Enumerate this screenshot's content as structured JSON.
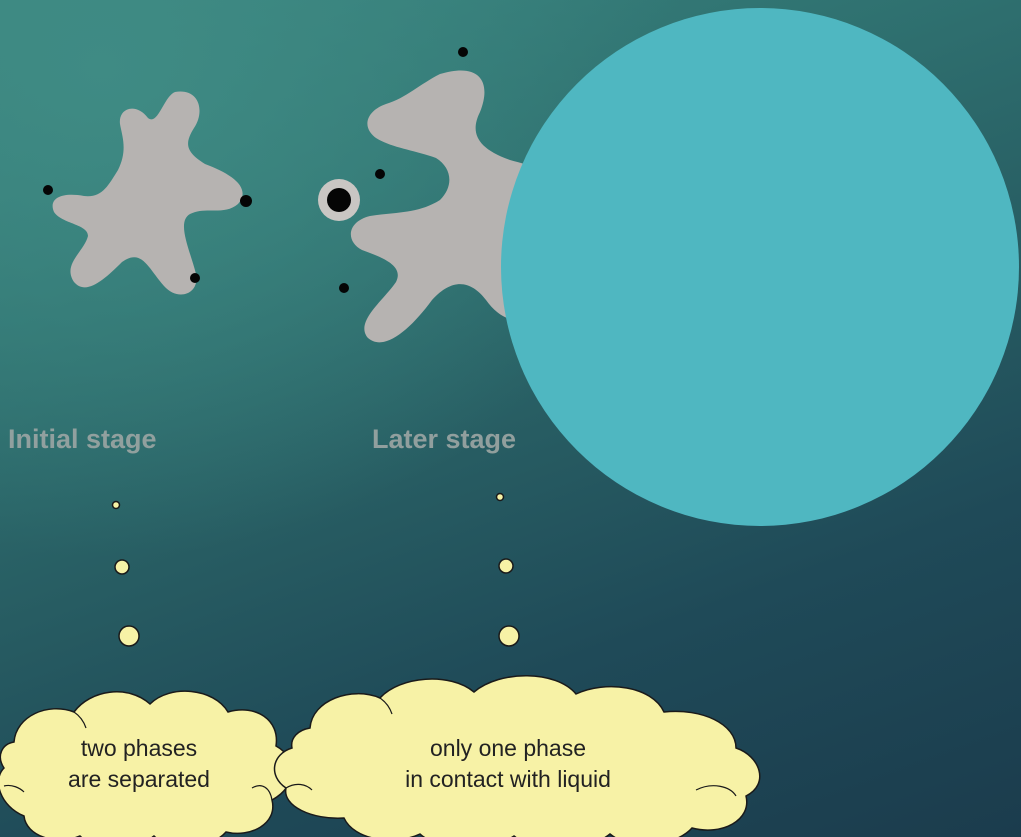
{
  "stages": [
    {
      "label": "Initial stage"
    },
    {
      "label": "Later stage"
    }
  ],
  "clouds": [
    {
      "line1": "two phases",
      "line2": "are separated"
    },
    {
      "line1": "only one phase",
      "line2": "in contact with liquid"
    }
  ],
  "colors": {
    "background_light": "#3a8680",
    "background_dark": "#1b3c4d",
    "particle": "#b6b3b1",
    "dot": "#050505",
    "liquid": "#4fb7c1",
    "callout_fill": "#f7f2a6",
    "callout_stroke": "#1a1a1a"
  }
}
